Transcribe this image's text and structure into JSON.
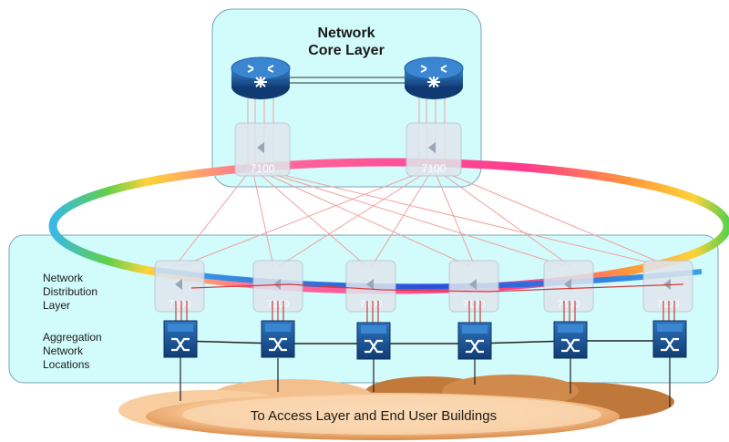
{
  "core_layer": {
    "title_line1": "Network",
    "title_line2": "Core Layer"
  },
  "distribution_layer": {
    "line1": "Network",
    "line2": "Distribution",
    "line3": "Layer"
  },
  "aggregation": {
    "line1": "Aggregation",
    "line2": "Network",
    "line3": "Locations"
  },
  "cloud": {
    "label": "To Access Layer and End User Buildings"
  },
  "device_label": "7100",
  "counts": {
    "core_routers": 2,
    "core_7100_nodes": 2,
    "distribution_7100_nodes": 6,
    "aggregation_switches": 6
  },
  "colors": {
    "core_panel": "#d2fbfb",
    "distribution_panel": "#d2fbfb",
    "router_blue": "#1f5ea8",
    "switch_blue": "#1d5797",
    "link_red": "#f2a0a0",
    "ring": [
      "#ff3b8e",
      "#ffd23a",
      "#5fd04a",
      "#2bd0e0",
      "#3a5fd8"
    ],
    "cloud": "#f6c89a"
  },
  "icons": {
    "router": "router-icon",
    "switch": "switch-icon",
    "node": "optical-node-icon",
    "cloud": "cloud-icon"
  }
}
